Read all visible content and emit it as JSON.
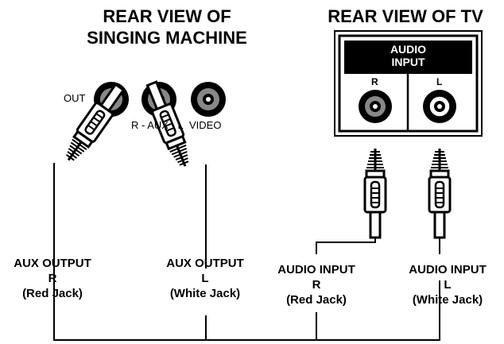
{
  "titles": {
    "singing_machine": [
      "REAR VIEW OF",
      "SINGING MACHINE"
    ],
    "tv": "REAR VIEW OF TV"
  },
  "machine_panel": {
    "out_label": "OUT",
    "aux_label": "R - AUX - L",
    "video_label": "VIDEO"
  },
  "tv_panel": {
    "header": [
      "AUDIO",
      "INPUT"
    ],
    "channel_r": "R",
    "channel_l": "L"
  },
  "connections": [
    {
      "lines": [
        "AUX OUTPUT",
        "R",
        "(Red Jack)"
      ]
    },
    {
      "lines": [
        "AUX OUTPUT",
        "L",
        "(White Jack)"
      ]
    },
    {
      "lines": [
        "AUDIO INPUT",
        "R",
        "(Red Jack)"
      ]
    },
    {
      "lines": [
        "AUDIO INPUT",
        "L",
        "(White Jack)"
      ]
    }
  ],
  "colors": {
    "ink": "#000000",
    "paper": "#ffffff",
    "jack_ring": "#888888"
  }
}
